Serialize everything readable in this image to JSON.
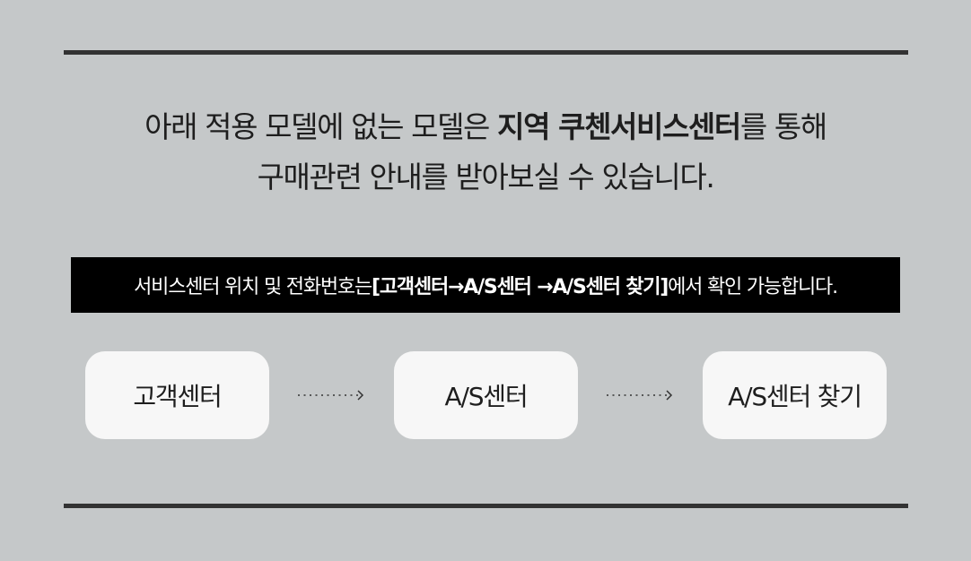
{
  "headline": {
    "line1_pre": "아래 적용 모델에 없는 모델은 ",
    "line1_bold": "지역 쿠첸서비스센터",
    "line1_post": "를 통해",
    "line2": "구매관련 안내를 받아보실 수 있습니다."
  },
  "notice": {
    "pre": "서비스센터 위치 및 전화번호는 ",
    "bold": "[고객센터→A/S센터 →A/S센터 찾기]",
    "post": "에서 확인 가능합니다."
  },
  "steps": [
    {
      "label": "고객센터"
    },
    {
      "label": "A/S센터"
    },
    {
      "label": "A/S센터 찾기"
    }
  ],
  "colors": {
    "background": "#c5c8c9",
    "rule": "#333333",
    "notice_bg": "#000000",
    "step_bg": "#f7f7f7"
  },
  "icons": [
    "dotted-arrow-icon"
  ]
}
